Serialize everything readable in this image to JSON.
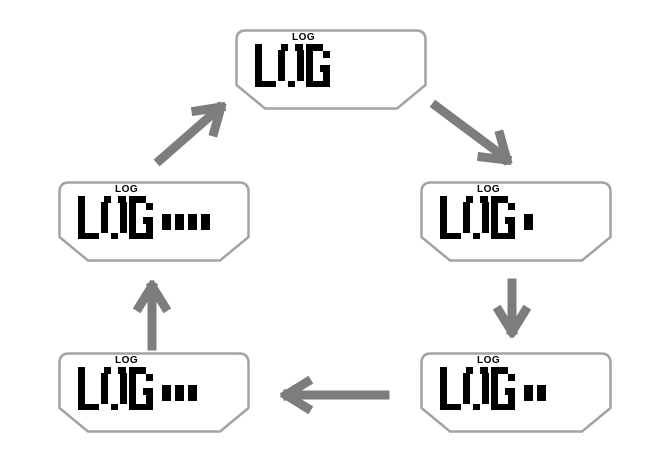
{
  "diagram": {
    "description": "Cycle of five LCD display states showing the LOG indicator with an increasing number of interval blocks",
    "colors": {
      "background": "#ffffff",
      "panel_fill": "#ffffff",
      "panel_border": "#a3a3a3",
      "arrow": "#7d7d7d",
      "text": "#000000"
    },
    "panels": [
      {
        "id": "top",
        "display_text": "LOG",
        "indicator_label": "LOG",
        "bars": 0
      },
      {
        "id": "right",
        "display_text": "LOG",
        "indicator_label": "LOG",
        "bars": 1
      },
      {
        "id": "bottom-right",
        "display_text": "LOG",
        "indicator_label": "LOG",
        "bars": 2
      },
      {
        "id": "bottom-left",
        "display_text": "LOG",
        "indicator_label": "LOG",
        "bars": 3
      },
      {
        "id": "left",
        "display_text": "LOG",
        "indicator_label": "LOG",
        "bars": 4
      }
    ],
    "arrows": [
      {
        "name": "arrow-top-to-right",
        "from": "top",
        "to": "right"
      },
      {
        "name": "arrow-right-to-bottom-right",
        "from": "right",
        "to": "bottom-right"
      },
      {
        "name": "arrow-bottom-right-to-bottom-left",
        "from": "bottom-right",
        "to": "bottom-left"
      },
      {
        "name": "arrow-bottom-left-to-left",
        "from": "bottom-left",
        "to": "left"
      },
      {
        "name": "arrow-left-to-top",
        "from": "left",
        "to": "top"
      }
    ]
  }
}
